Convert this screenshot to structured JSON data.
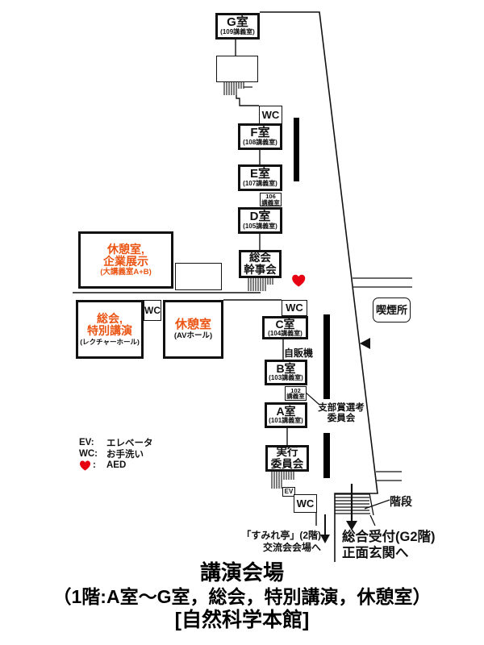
{
  "meta": {
    "kind": "lecture-venue-floor-plan",
    "accent_orange": "#ea5514",
    "heart_red": "#e60012",
    "line_color": "#111111",
    "icons": {
      "aed": "heart-icon",
      "smoking_pointer": "left-triangle-icon",
      "route": "down-arrow-icon"
    }
  },
  "rooms": {
    "g": {
      "name": "G室",
      "sub": "(109講義室)"
    },
    "f": {
      "name": "F室",
      "sub": "(108講義室)"
    },
    "e": {
      "name": "E室",
      "sub": "(107講義室)"
    },
    "d": {
      "name": "D室",
      "sub": "(105講義室)"
    },
    "c": {
      "name": "C室",
      "sub": "(104講義室)"
    },
    "b": {
      "name": "B室",
      "sub": "(103講義室)"
    },
    "a": {
      "name": "A室",
      "sub": "(101講義室)"
    },
    "room106": {
      "line1": "106",
      "line2": "講義室"
    },
    "room102": {
      "line1": "102",
      "line2": "講義室"
    },
    "soukai_kanjikai": {
      "line1": "総会",
      "line2": "幹事会"
    },
    "jikkou_iinkai": {
      "line1": "実行",
      "line2": "委員会"
    },
    "kyukei_kigyou": {
      "line1": "休憩室,",
      "line2": "企業展示",
      "sub": "(大講義室A+B)"
    },
    "soukai_tokubetsu": {
      "line1": "総会,",
      "line2": "特別講演",
      "sub": "(レクチャーホール)"
    },
    "kyukei_av": {
      "name": "休憩室",
      "sub": "(AVホール)"
    }
  },
  "facilities": {
    "wc": "WC",
    "ev": "EV",
    "jihanki": "自販機",
    "kitsuenjo": "喫煙所",
    "kaidan": "階段"
  },
  "annotations": {
    "shibushou": {
      "line1": "支部賞選考",
      "line2": "委員会"
    },
    "sumire": {
      "line1": "「すみれ亭」(2階)",
      "line2": "交流会会場へ"
    },
    "uketsuke": {
      "line1": "総合受付(G2階)",
      "line2": "正面玄関へ"
    }
  },
  "legend": {
    "ev": {
      "key": "EV:",
      "value": "エレベータ"
    },
    "wc": {
      "key": "WC:",
      "value": "お手洗い"
    },
    "aed": {
      "key": ":",
      "value": "AED",
      "icon": "heart-icon"
    }
  },
  "title": {
    "line1": "講演会場",
    "line2": "（1階:A室～G室，総会，特別講演，休憩室）",
    "line3": "[自然科学本館]"
  }
}
